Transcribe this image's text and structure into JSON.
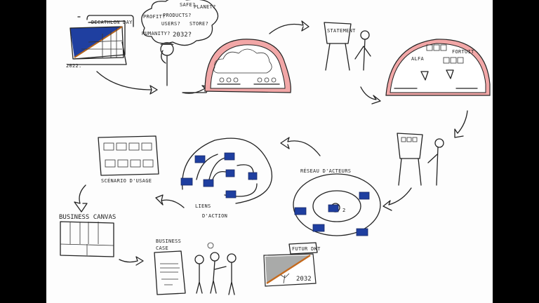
{
  "scene_1": {
    "label": "DECATHLON DAY",
    "year": "2022."
  },
  "thought_cloud": {
    "words": [
      "SAFE?",
      "PLANET?",
      "PROFIT?",
      "PRODUCTS?",
      "USERS?",
      "STORE?",
      "HUMANITY?",
      "2032?"
    ]
  },
  "statement": {
    "label": "STATEMENT"
  },
  "dome_2": {
    "label_left": "ALFA",
    "label_right": "FORTUIT"
  },
  "scenario": {
    "label": "SCÉNARIO D'USAGE"
  },
  "liens": {
    "label_line1": "LIENS",
    "label_line2": "D'ACTION"
  },
  "reseau": {
    "label": "RÉSEAU D'ACTEURS",
    "center": "2"
  },
  "canvas": {
    "label": "BUSINESS CANVAS"
  },
  "business_case": {
    "label_line1": "BUSINESS",
    "label_line2": "CASE"
  },
  "futur": {
    "label": "FUTUR DKT",
    "year": "2032"
  },
  "colors": {
    "blue": "#1f3fa0",
    "dome": "#f2a7a7",
    "orange": "#c46a1e"
  }
}
